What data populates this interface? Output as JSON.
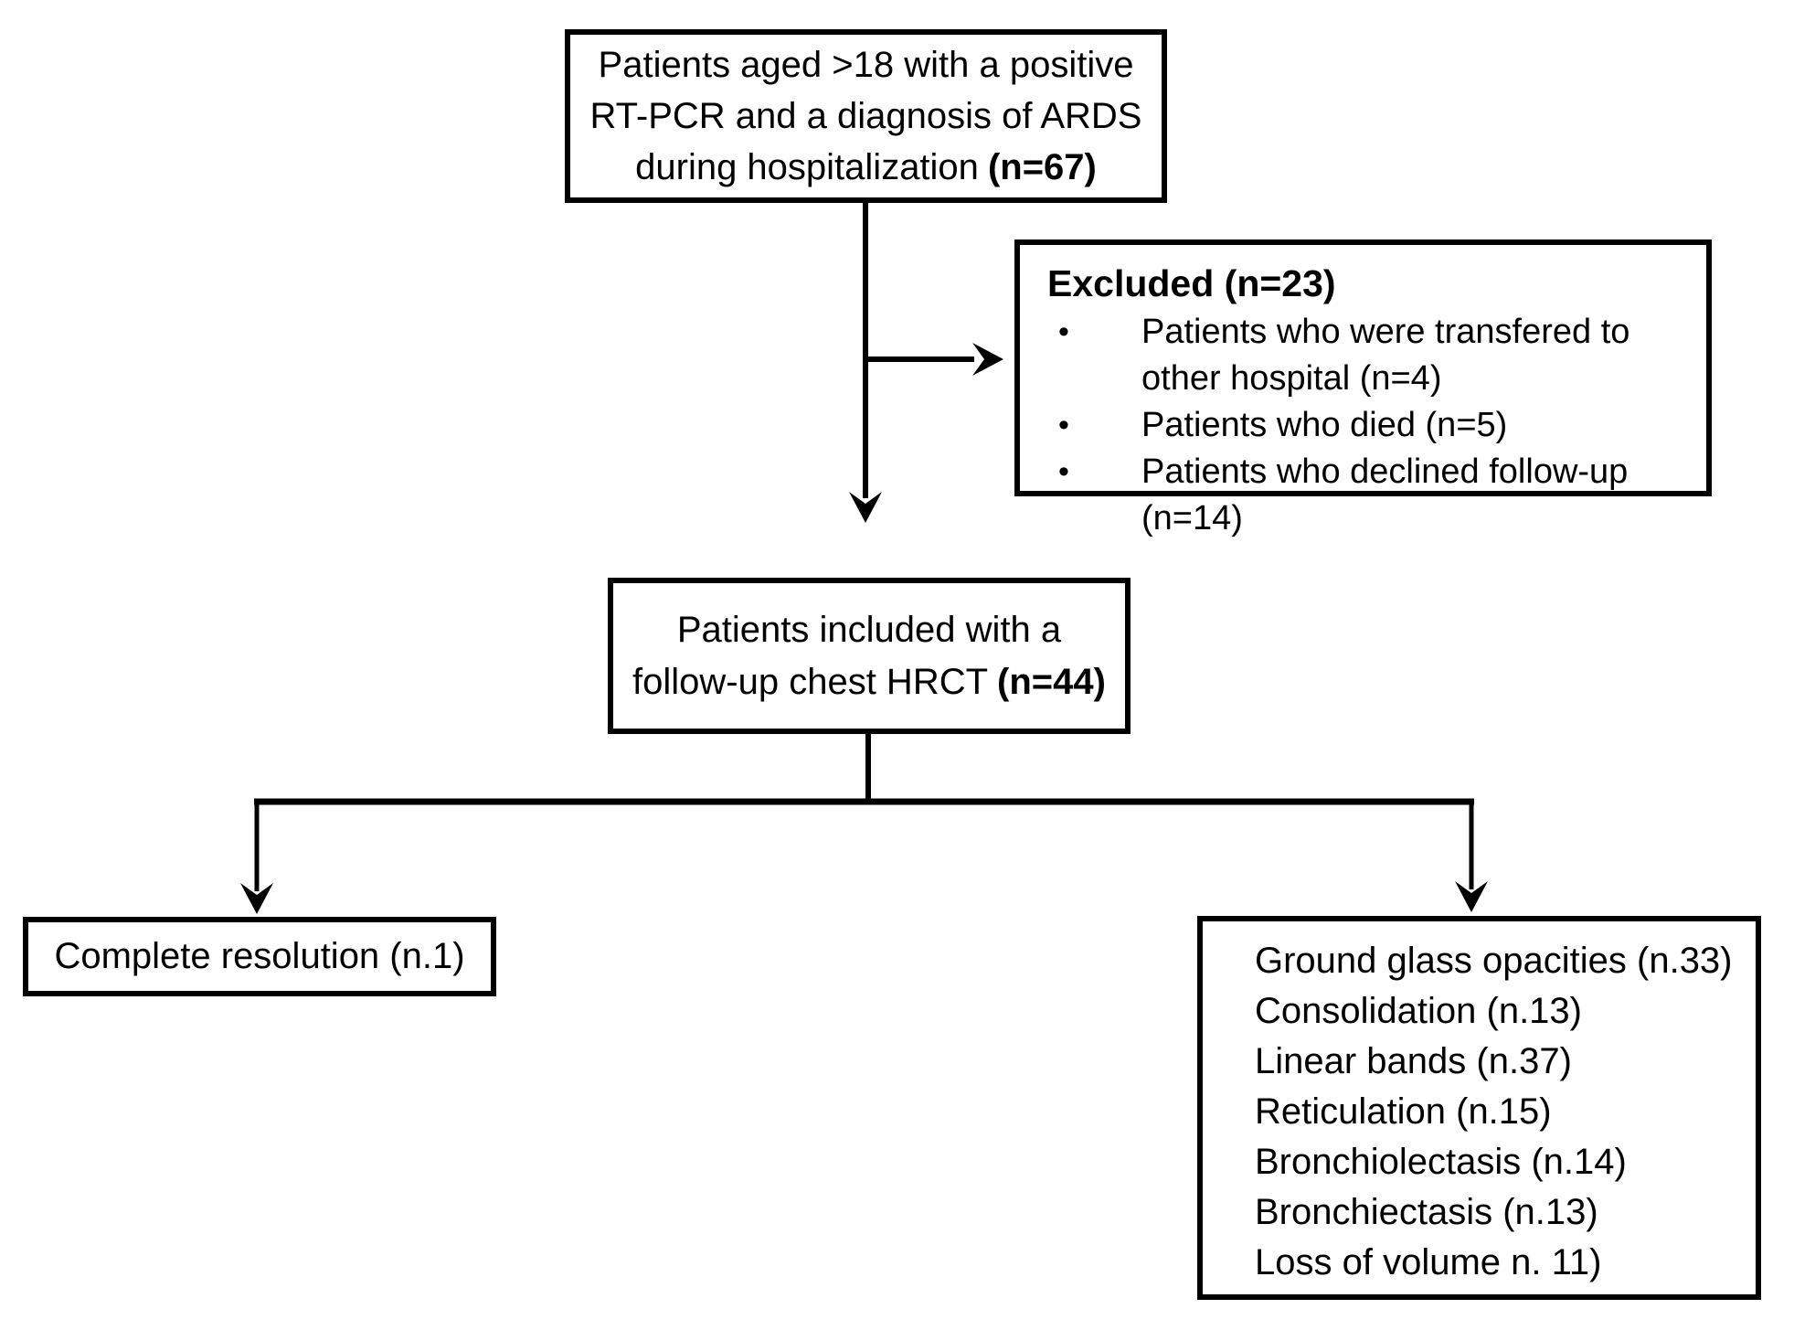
{
  "figure": {
    "background_color": "#ffffff",
    "line_color": "#000000",
    "glyphs": {
      "bullet": "•"
    }
  },
  "boxes": {
    "top": {
      "lines": [
        "Patients aged >18  with a positive",
        "RT-PCR and a diagnosis of ARDS",
        "during hospitalization"
      ],
      "bold_suffix": "(n=67)"
    },
    "excluded": {
      "title": "Excluded (n=23)",
      "bullets": [
        "Patients who were transfered to other hospital (n=4)",
        "Patients who died (n=5)",
        "Patients who declined follow-up (n=14)"
      ]
    },
    "included": {
      "lines": [
        "Patients included with a",
        "follow-up chest HRCT"
      ],
      "bold_suffix": "(n=44)"
    },
    "complete_resolution": {
      "label": "Complete resolution (n.1)"
    },
    "findings": {
      "items": [
        "Ground glass opacities (n.33)",
        "Consolidation (n.13)",
        "Linear bands (n.37)",
        "Reticulation (n.15)",
        "Bronchiolectasis (n.14)",
        "Bronchiectasis (n.13)",
        "Loss of volume n. 11)"
      ]
    }
  }
}
